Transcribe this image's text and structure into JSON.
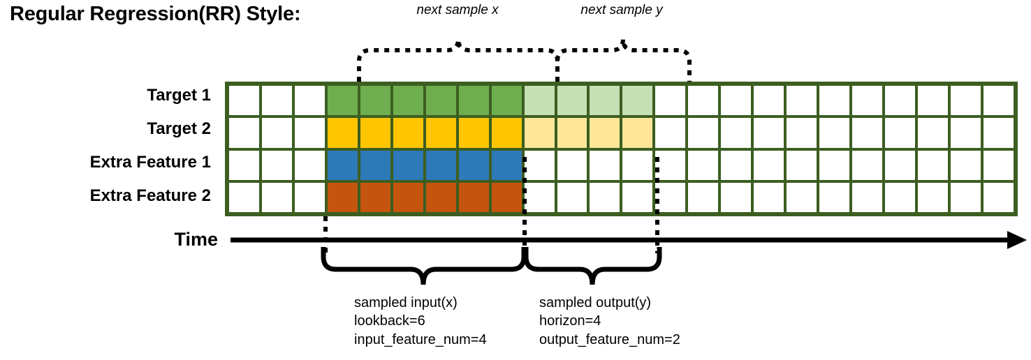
{
  "title": "Regular Regression(RR) Style:",
  "top_annotations": {
    "next_sample_x": "next sample x",
    "next_sample_y": "next sample y"
  },
  "rows": [
    {
      "label": "Target 1",
      "color_key": "green"
    },
    {
      "label": "Target 2",
      "color_key": "yellow"
    },
    {
      "label": "Extra Feature 1",
      "color_key": "blue"
    },
    {
      "label": "Extra Feature 2",
      "color_key": "orange"
    }
  ],
  "grid": {
    "total_columns": 24,
    "leading_empty_columns": 3,
    "input_columns": 6,
    "output_columns": 4,
    "trailing_empty_columns": 11
  },
  "time_axis": {
    "label": "Time",
    "arrow_direction": "right"
  },
  "bottom_annotations": {
    "input": {
      "title": "sampled input(x)",
      "line2": "lookback=6",
      "line3": "input_feature_num=4"
    },
    "output": {
      "title": "sampled output(y)",
      "line2": "horizon=4",
      "line3": "output_feature_num=2"
    }
  },
  "colors": {
    "grid_border": "#3c5e20",
    "green": "#6FAE4E",
    "green_light": "#C5E0B4",
    "yellow": "#FFC600",
    "yellow_light": "#FFE699",
    "blue": "#2E79B8",
    "orange": "#C4550F",
    "empty": "#FFFFFF",
    "ink": "#000000"
  }
}
